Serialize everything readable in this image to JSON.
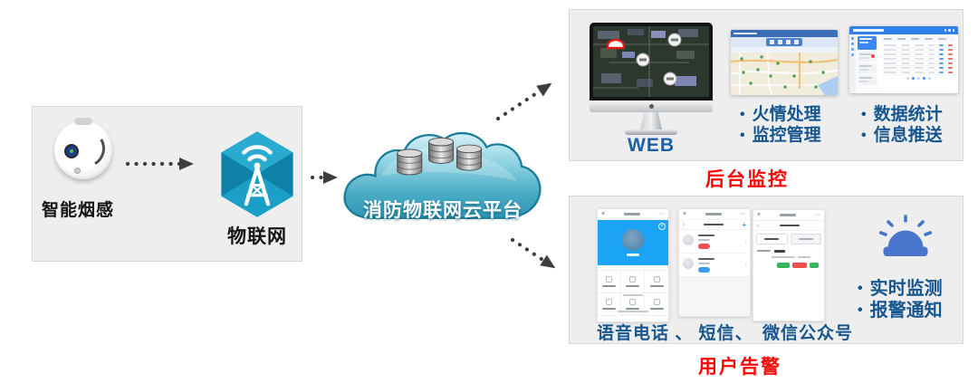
{
  "markers": {
    "bullet": "•"
  },
  "icons": {
    "close": "×",
    "more": "⋯",
    "back": "‹",
    "chevron": "›",
    "plus": "+",
    "gear_plus": "+"
  },
  "colors": {
    "accent_text_blue": "#17568f",
    "web_label_blue": "#1b5fa8",
    "caption_red": "#fe0505",
    "hexagon_teal": "#1693ba",
    "cloud_teal": "#4fb2cd",
    "siren_blue": "#4976cc",
    "wechat_blue": "#1ba3f5",
    "badge_red": "#f25050",
    "badge_blue": "#3b9cf0",
    "button_green": "#35b85c",
    "panel_bg": "#eeeeee"
  },
  "sensor_panel": {
    "sensor_label": "智能烟感",
    "iot_label": "物联网"
  },
  "cloud": {
    "label": "消防物联网云平台"
  },
  "backend_panel": {
    "web_label": "WEB",
    "bullets_col1": [
      "火情处理",
      "监控管理"
    ],
    "bullets_col2": [
      "数据统计",
      "信息推送"
    ],
    "caption": "后台监控"
  },
  "alert_panel": {
    "channels_label": "语音电话 、 短信、　微信公众号",
    "bullets": [
      "实时监测",
      "报警通知"
    ],
    "caption": "用户告警"
  }
}
